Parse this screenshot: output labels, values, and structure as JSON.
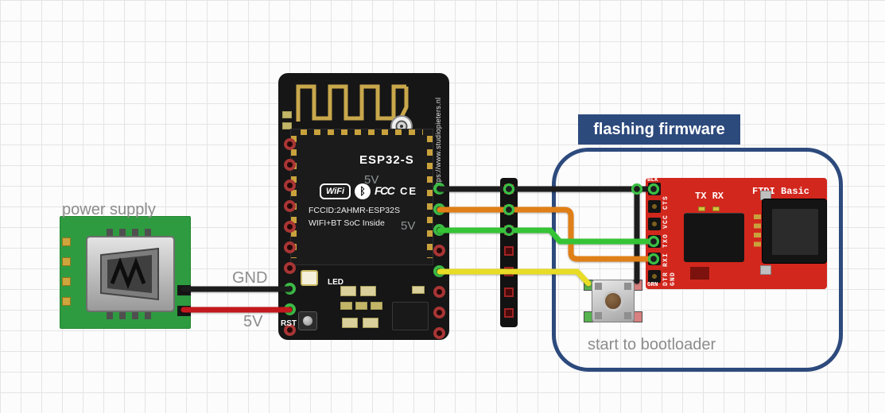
{
  "labels": {
    "power_supply": "power supply",
    "gnd": "GND",
    "five_v": "5V",
    "start_to_bootloader": "start to bootloader"
  },
  "flashing": {
    "title": "flashing firmware"
  },
  "esp32": {
    "module_name": "ESP32-S",
    "wifi_logo": "WiFi",
    "bluetooth_logo": "ᛒ",
    "fcc_logo": "FCC",
    "ce_logo": "CE",
    "fcc_id": "FCCID:2AHMR-ESP32S",
    "soc_label": "WIFI+BT SoC Inside",
    "url": "https://www.studiopieters.nl",
    "pin_label_5v_top": "5V",
    "pin_label_5v_mid": "5V",
    "led_label": "LED",
    "rst_label": "RST"
  },
  "ftdi": {
    "board_name": "FTDI Basic",
    "tx_rx_label": "TX RX",
    "pin_labels": "DTR RXI TXO VCC CTS GND",
    "blk_label": "BLK",
    "grn_label": "GRN"
  },
  "colors": {
    "wire_black": "#1c1c1c",
    "wire_red": "#c3181d",
    "wire_orange": "#e07f17",
    "wire_green": "#35c435",
    "wire_yellow": "#e8dc27",
    "junction_green": "#3bbf45",
    "box_blue": "#2d4a7d",
    "esp32_board": "#161616",
    "ftdi_board": "#d2271d",
    "power_board": "#2e9b40"
  }
}
